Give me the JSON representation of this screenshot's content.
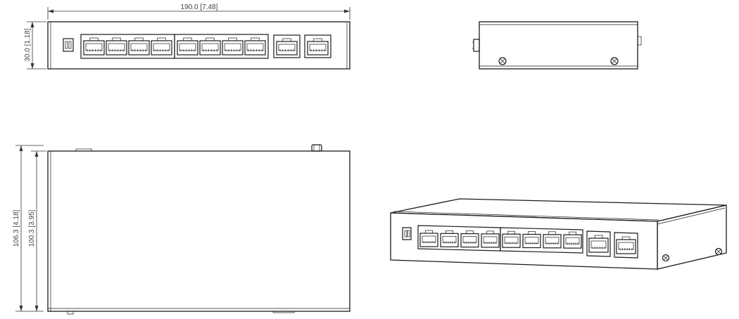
{
  "dimensions": {
    "width": "190.0  [7.48]",
    "height": "30.0  [1.18]",
    "depth_overall": "106.3  [4.18]",
    "depth_body": "100.3  [3.95]"
  },
  "views": [
    "front-view",
    "side-view",
    "top-view",
    "isometric-view"
  ],
  "colors": {
    "line": "#1a1a1a",
    "background": "#ffffff"
  }
}
